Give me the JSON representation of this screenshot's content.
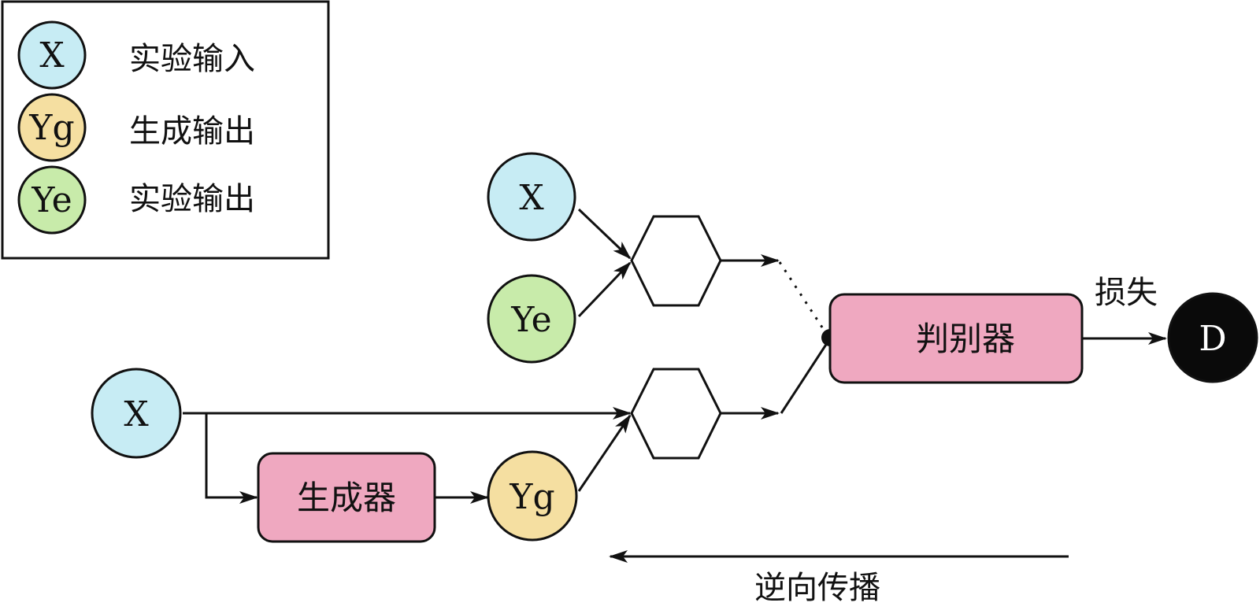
{
  "colors": {
    "input_fill": "#c7ecf4",
    "generated_fill": "#f5dfa1",
    "experimental_fill": "#c8ebaa",
    "module_fill": "#efa8c0",
    "output_fill": "#0a0a0a",
    "stroke": "#111111"
  },
  "legend": {
    "items": [
      {
        "symbol": "X",
        "label": "实验输入",
        "kind": "input"
      },
      {
        "symbol": "Yg",
        "label": "生成输出",
        "kind": "generated"
      },
      {
        "symbol": "Ye",
        "label": "实验输出",
        "kind": "experimental"
      }
    ]
  },
  "nodes": {
    "x_top": "X",
    "ye": "Ye",
    "x_main": "X",
    "yg": "Yg",
    "d_output": "D"
  },
  "modules": {
    "generator": "生成器",
    "discriminator": "判别器"
  },
  "labels": {
    "loss": "损失",
    "backprop": "逆向传播"
  }
}
